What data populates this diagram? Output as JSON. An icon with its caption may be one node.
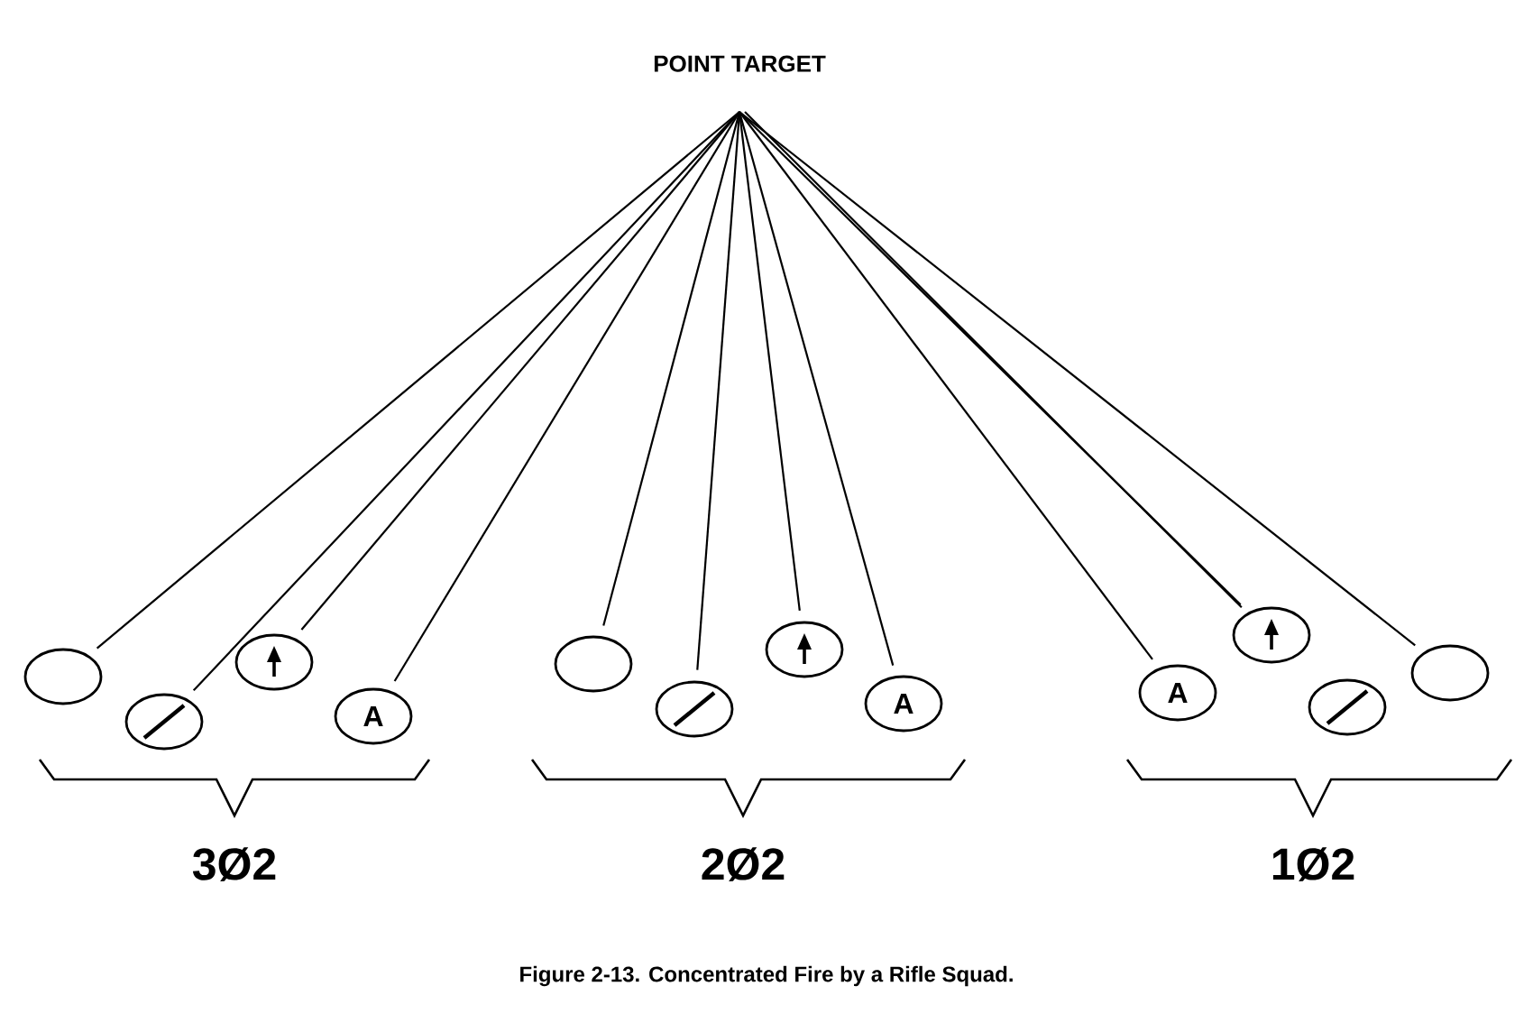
{
  "diagram": {
    "caption": "Figure 2-13. Concentrated Fire by a Rifle Squad.",
    "nodes": [
      {
        "text": [
          "POINT TARGET"
        ]
      },
      {
        "text": [],
        "shape": "circle"
      },
      {
        "text": [],
        "shape": "circle"
      },
      {
        "text": [],
        "shape": "circle"
      },
      {
        "text": [
          "A"
        ]
      },
      {
        "text": [],
        "shape": "circle"
      },
      {
        "text": [],
        "shape": "circle"
      },
      {
        "text": [],
        "shape": "circle"
      },
      {
        "text": [
          "A"
        ]
      },
      {
        "text": [
          "A"
        ]
      },
      {
        "text": [],
        "shape": "circle"
      },
      {
        "text": [],
        "shape": "circle"
      },
      {
        "text": [],
        "shape": "circle"
      }
    ],
    "edges": [
      {
        "from": 0,
        "to": 1,
        "arrow": "none"
      },
      {
        "from": 0,
        "to": 2,
        "arrow": "none"
      },
      {
        "from": 0,
        "to": 3,
        "arrow": "none"
      },
      {
        "from": 0,
        "to": 4,
        "arrow": "none"
      },
      {
        "from": 0,
        "to": 5,
        "arrow": "none"
      },
      {
        "from": 0,
        "to": 6,
        "arrow": "none"
      },
      {
        "from": 0,
        "to": 7,
        "arrow": "none"
      },
      {
        "from": 0,
        "to": 8,
        "arrow": "none"
      },
      {
        "from": 0,
        "to": 9,
        "arrow": "none"
      },
      {
        "from": 0,
        "to": 10,
        "arrow": "none"
      },
      {
        "from": 0,
        "to": 10,
        "arrow": "none"
      },
      {
        "from": 0,
        "to": 12,
        "arrow": "none"
      }
    ],
    "labels": [
      "3Ø2",
      "2Ø2",
      "1Ø2"
    ]
  }
}
